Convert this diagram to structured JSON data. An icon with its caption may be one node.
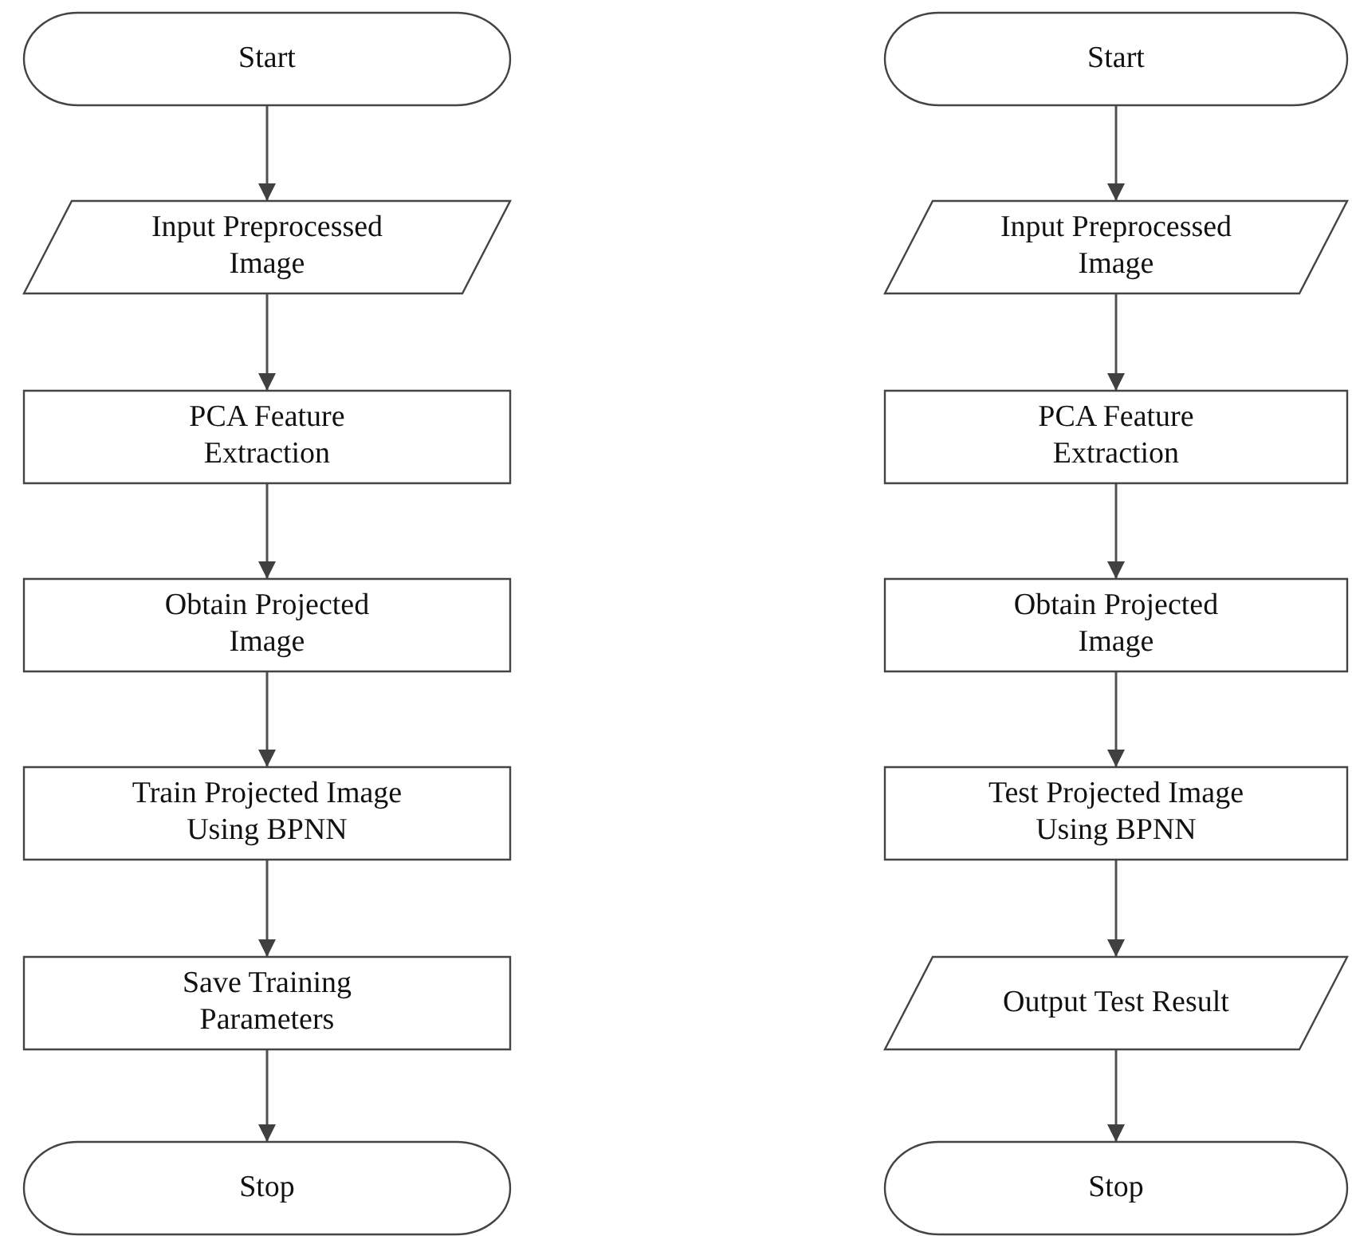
{
  "diagram": {
    "nodes": [
      {
        "text": [
          "Start"
        ]
      },
      {
        "text": [
          "Input Preprocessed Image"
        ]
      },
      {
        "text": [
          "PCA Feature Extraction"
        ]
      },
      {
        "text": [
          "Obtain Projected Image"
        ]
      },
      {
        "text": [
          "Train Projected Image Using BPNN"
        ]
      },
      {
        "text": [
          "Save Training Parameters"
        ]
      },
      {
        "text": [
          "Stop"
        ]
      },
      {
        "text": [
          "Start"
        ]
      },
      {
        "text": [
          "Input Preprocessed Image"
        ]
      },
      {
        "text": [
          "PCA Feature Extraction"
        ]
      },
      {
        "text": [
          "Obtain Projected Image"
        ]
      },
      {
        "text": [
          "Test Projected Image Using BPNN"
        ]
      },
      {
        "text": [
          "Output Test Result"
        ]
      },
      {
        "text": [
          "Stop"
        ]
      }
    ],
    "edges": [
      {
        "from": 0,
        "to": 1,
        "arrow": "to"
      },
      {
        "from": 1,
        "to": 2,
        "arrow": "to"
      },
      {
        "from": 2,
        "to": 3,
        "arrow": "to"
      },
      {
        "from": 3,
        "to": 4,
        "arrow": "to"
      },
      {
        "from": 4,
        "to": 5,
        "arrow": "to"
      },
      {
        "from": 5,
        "to": 6,
        "arrow": "to"
      },
      {
        "from": 7,
        "to": 8,
        "arrow": "to"
      },
      {
        "from": 8,
        "to": 9,
        "arrow": "to"
      },
      {
        "from": 9,
        "to": 10,
        "arrow": "to"
      },
      {
        "from": 10,
        "to": 11,
        "arrow": "to"
      },
      {
        "from": 11,
        "to": 12,
        "arrow": "to"
      },
      {
        "from": 12,
        "to": 13,
        "arrow": "to"
      }
    ]
  }
}
